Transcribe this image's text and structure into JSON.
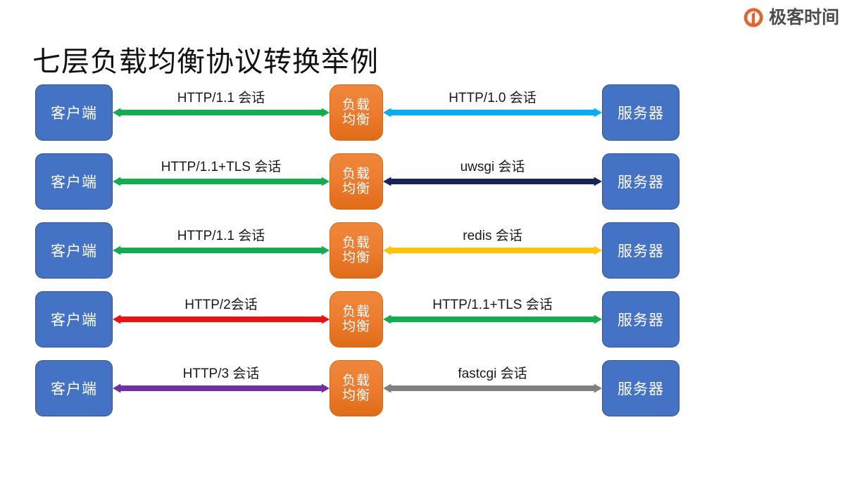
{
  "brand": {
    "name": "极客时间",
    "mark_icon": "geektime-circle-logo-icon",
    "mark_color": "#e8622b"
  },
  "title": "七层负载均衡协议转换举例",
  "diagram": {
    "type": "flow",
    "node_colors": {
      "client": "#4472c4",
      "client_border": "#2f528f",
      "load_balancer": "#ed7d31",
      "load_balancer_border": "#d9660f",
      "server": "#4472c4",
      "server_border": "#2f528f"
    },
    "node_labels": {
      "client": "客户端",
      "load_balancer_line1": "负载",
      "load_balancer_line2": "均衡",
      "server": "服务器"
    },
    "rows": [
      {
        "id": "row-http11-to-http10",
        "left": {
          "label": "HTTP/1.1 会话",
          "color": "#12ad51",
          "direction": "both"
        },
        "right": {
          "label": "HTTP/1.0 会话",
          "color": "#00aeef",
          "direction": "both"
        }
      },
      {
        "id": "row-http11tls-to-uwsgi",
        "left": {
          "label": "HTTP/1.1+TLS 会话",
          "color": "#12ad51",
          "direction": "both"
        },
        "right": {
          "label": "uwsgi 会话",
          "color": "#17245c",
          "direction": "both"
        }
      },
      {
        "id": "row-http11-to-redis",
        "left": {
          "label": "HTTP/1.1 会话",
          "color": "#12ad51",
          "direction": "both"
        },
        "right": {
          "label": "redis 会话",
          "color": "#ffc400",
          "direction": "both"
        }
      },
      {
        "id": "row-http2-to-http11tls",
        "left": {
          "label": "HTTP/2会话",
          "color": "#ef1010",
          "direction": "both"
        },
        "right": {
          "label": "HTTP/1.1+TLS 会话",
          "color": "#12ad51",
          "direction": "both"
        }
      },
      {
        "id": "row-http3-to-fastcgi",
        "left": {
          "label": "HTTP/3 会话",
          "color": "#7030a0",
          "direction": "both"
        },
        "right": {
          "label": "fastcgi 会话",
          "color": "#808080",
          "direction": "both"
        }
      }
    ]
  }
}
